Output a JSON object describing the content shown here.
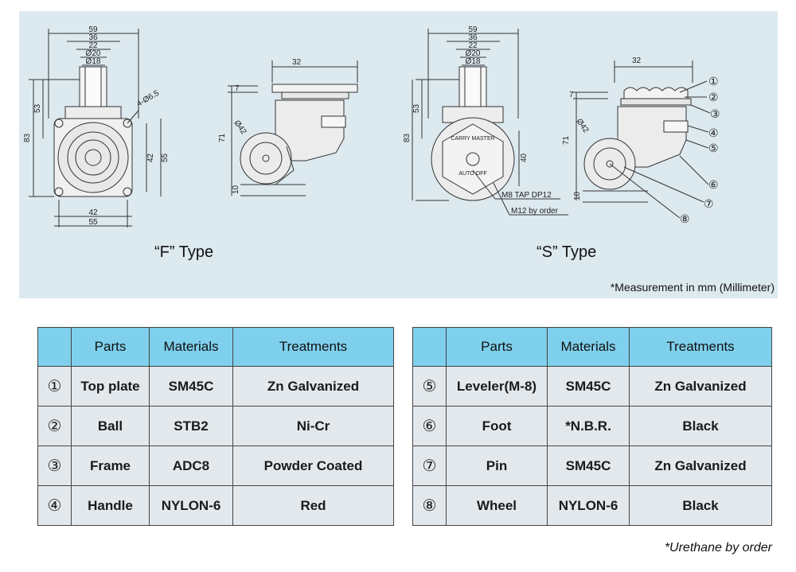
{
  "drawing": {
    "f_type_label": "“F” Type",
    "s_type_label": "“S” Type",
    "measurement_note": "*Measurement in mm (Millimeter)",
    "f_front_dims": {
      "d59": "59",
      "d36": "36",
      "d22": "22",
      "d20": "Ø20",
      "d18": "Ø18",
      "d53": "53",
      "d83": "83",
      "d42v": "42",
      "d55v": "55",
      "d42h": "42",
      "d55h": "55",
      "holes": "4-Ø6.5"
    },
    "f_side_dims": {
      "d32": "32",
      "d7": "7",
      "d71": "71",
      "d42": "Ø42",
      "d10": "10"
    },
    "s_front_dims": {
      "d59": "59",
      "d36": "36",
      "d22": "22",
      "d20": "Ø20",
      "d18": "Ø18",
      "d53": "53",
      "d83": "83",
      "d40": "40",
      "brand": "CARRY MASTER",
      "auto": "AUTO OFF",
      "tap": "M8 TAP DP12",
      "m12": "M12 by order"
    },
    "s_side_dims": {
      "d32": "32",
      "d7": "7",
      "d71": "71",
      "d42": "Ø42",
      "d10": "10"
    },
    "callouts": [
      "①",
      "②",
      "③",
      "④",
      "⑤",
      "⑥",
      "⑦",
      "⑧"
    ]
  },
  "table_left": {
    "headers": [
      "",
      "Parts",
      "Materials",
      "Treatments"
    ],
    "rows": [
      [
        "①",
        "Top plate",
        "SM45C",
        "Zn Galvanized"
      ],
      [
        "②",
        "Ball",
        "STB2",
        "Ni-Cr"
      ],
      [
        "③",
        "Frame",
        "ADC8",
        "Powder Coated"
      ],
      [
        "④",
        "Handle",
        "NYLON-6",
        "Red"
      ]
    ]
  },
  "table_right": {
    "headers": [
      "",
      "Parts",
      "Materials",
      "Treatments"
    ],
    "rows": [
      [
        "⑤",
        "Leveler(M-8)",
        "SM45C",
        "Zn Galvanized"
      ],
      [
        "⑥",
        "Foot",
        "*N.B.R.",
        "Black"
      ],
      [
        "⑦",
        "Pin",
        "SM45C",
        "Zn Galvanized"
      ],
      [
        "⑧",
        "Wheel",
        "NYLON-6",
        "Black"
      ]
    ]
  },
  "footnote": "*Urethane by order",
  "colors": {
    "panel_bg": "#dce9ef",
    "header_bg": "#7fd0ec",
    "cell_bg": "#e3e8ec"
  }
}
